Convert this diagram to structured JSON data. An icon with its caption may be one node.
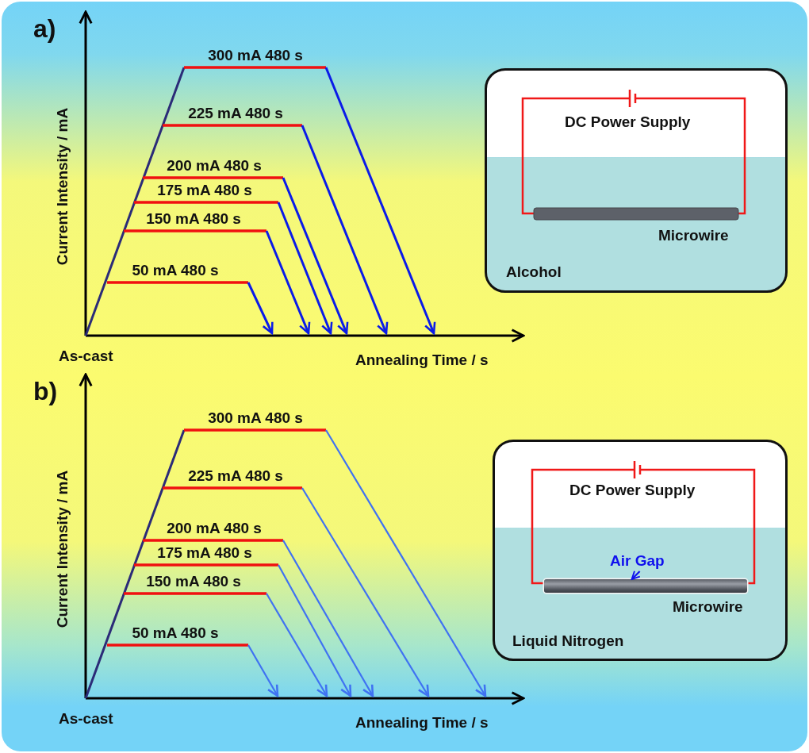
{
  "diagram": {
    "nodes": [
      {
        "text": [
          "DC Power Supply",
          "Microwire",
          "Alcohol"
        ]
      },
      {
        "text": [
          "DC Power Supply",
          "Microwire",
          "Liquid Nitrogen"
        ]
      },
      {
        "text": [
          "Air Gap"
        ],
        "in": 1
      },
      {
        "text": [],
        "shape": "bar",
        "in": 1
      }
    ],
    "edges": [
      {
        "from": 2,
        "to": 3,
        "arrow": "to"
      }
    ],
    "labels": [
      "a)",
      "Current Intensity / mA",
      "300 mA 480 s",
      "225 mA 480 s",
      "200 mA 480 s",
      "175 mA 480 s",
      "150 mA 480 s",
      "50 mA 480 s",
      "As-cast",
      "Annealing Time / s",
      "b)",
      "Current Intensity / mA",
      "300 mA 480 s",
      "225 mA 480 s",
      "200 mA 480 s",
      "175 mA 480 s",
      "150 mA 480 s",
      "50 mA 480 s",
      "As-cast",
      "Annealing Time / s"
    ]
  }
}
